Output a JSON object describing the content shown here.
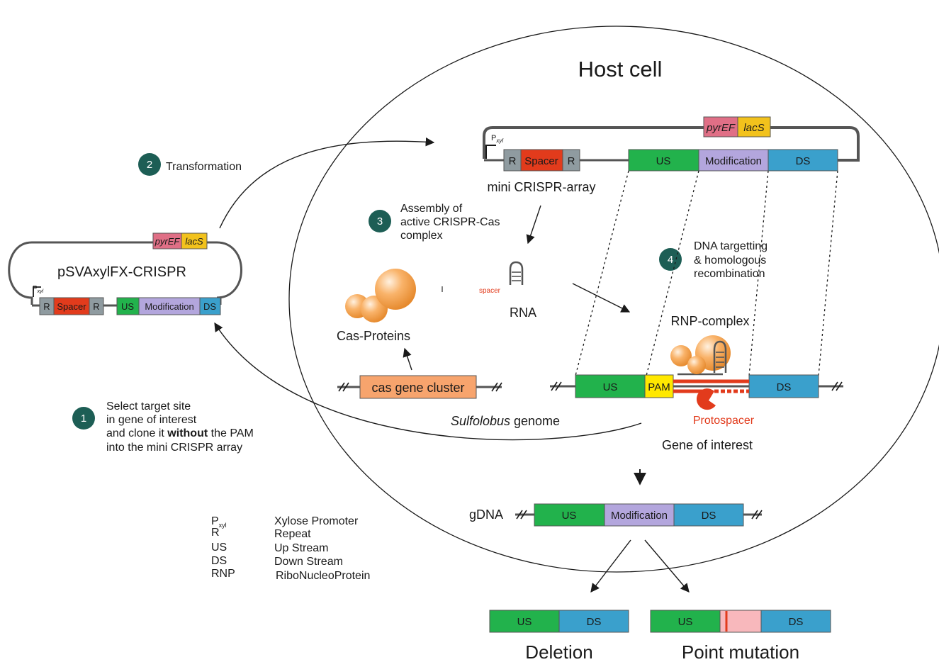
{
  "host_cell": "Host cell",
  "plasmid_left": {
    "name": "pSVAxylFX-CRISPR",
    "promoter": "P",
    "promoter_sub": "xyl",
    "markers": [
      "pyrEF",
      "lacS"
    ],
    "segments": [
      "R",
      "Spacer",
      "R",
      "US",
      "Modification",
      "DS"
    ]
  },
  "plasmid_host": {
    "promoter": "P",
    "promoter_sub": "xyl",
    "markers": [
      "pyrEF",
      "lacS"
    ],
    "segments": [
      "R",
      "Spacer",
      "R",
      "US",
      "Modification",
      "DS"
    ],
    "caption": "mini CRISPR-array"
  },
  "steps": [
    {
      "num": "1",
      "lines": [
        "Select target site",
        "in gene of interest",
        "and clone it",
        "without",
        "the PAM",
        "into the mini CRISPR array"
      ]
    },
    {
      "num": "2",
      "lines": [
        "Transformation"
      ]
    },
    {
      "num": "3",
      "lines": [
        "Assembly of",
        "active CRISPR-Cas",
        "complex"
      ]
    },
    {
      "num": "4",
      "lines": [
        "DNA targetting",
        "& homologous",
        "recombination"
      ]
    }
  ],
  "cas_proteins": "Cas-Proteins",
  "crrna_fragment": "RNA",
  "spacer_small": "spacer",
  "cas_gene_cluster": "cas gene cluster",
  "genome": {
    "italic": "Sulfolobus",
    "rest": " genome"
  },
  "rnp_complex": "RNP-complex",
  "target_gene": {
    "segments": [
      "US",
      "PAM",
      "DS"
    ],
    "protospacer": "Protospacer",
    "caption": "Gene of interest"
  },
  "gdna": {
    "label": "gDNA",
    "segments": [
      "US",
      "Modification",
      "DS"
    ]
  },
  "outcomes": [
    {
      "segments": [
        "US",
        "DS"
      ],
      "label": "Deletion"
    },
    {
      "segments": [
        "US",
        "DS"
      ],
      "label": "Point mutation"
    }
  ],
  "legend": [
    {
      "abbr": "P",
      "sub": "xyl",
      "desc": "Xylose Promoter"
    },
    {
      "abbr": "R",
      "sub": "",
      "desc": "Repeat"
    },
    {
      "abbr": "US",
      "sub": "",
      "desc": "Up Stream"
    },
    {
      "abbr": "DS",
      "sub": "",
      "desc": "Down Stream"
    },
    {
      "abbr": "RNP",
      "sub": "",
      "desc": "RiboNucleoProtein"
    }
  ],
  "colors": {
    "us": "#22b24c",
    "ds": "#3aa0cc",
    "modification": "#b3a6dd",
    "repeat": "#8f9ba0",
    "spacer": "#e23b1c",
    "pyrEF": "#e06f86",
    "lacS": "#f2c21c",
    "pam": "#ffe800",
    "cas_gene": "#f7a46d",
    "step_badge": "#1d5e55",
    "protospacer": "#e23b1c",
    "point_region": "#f8b8bc"
  }
}
